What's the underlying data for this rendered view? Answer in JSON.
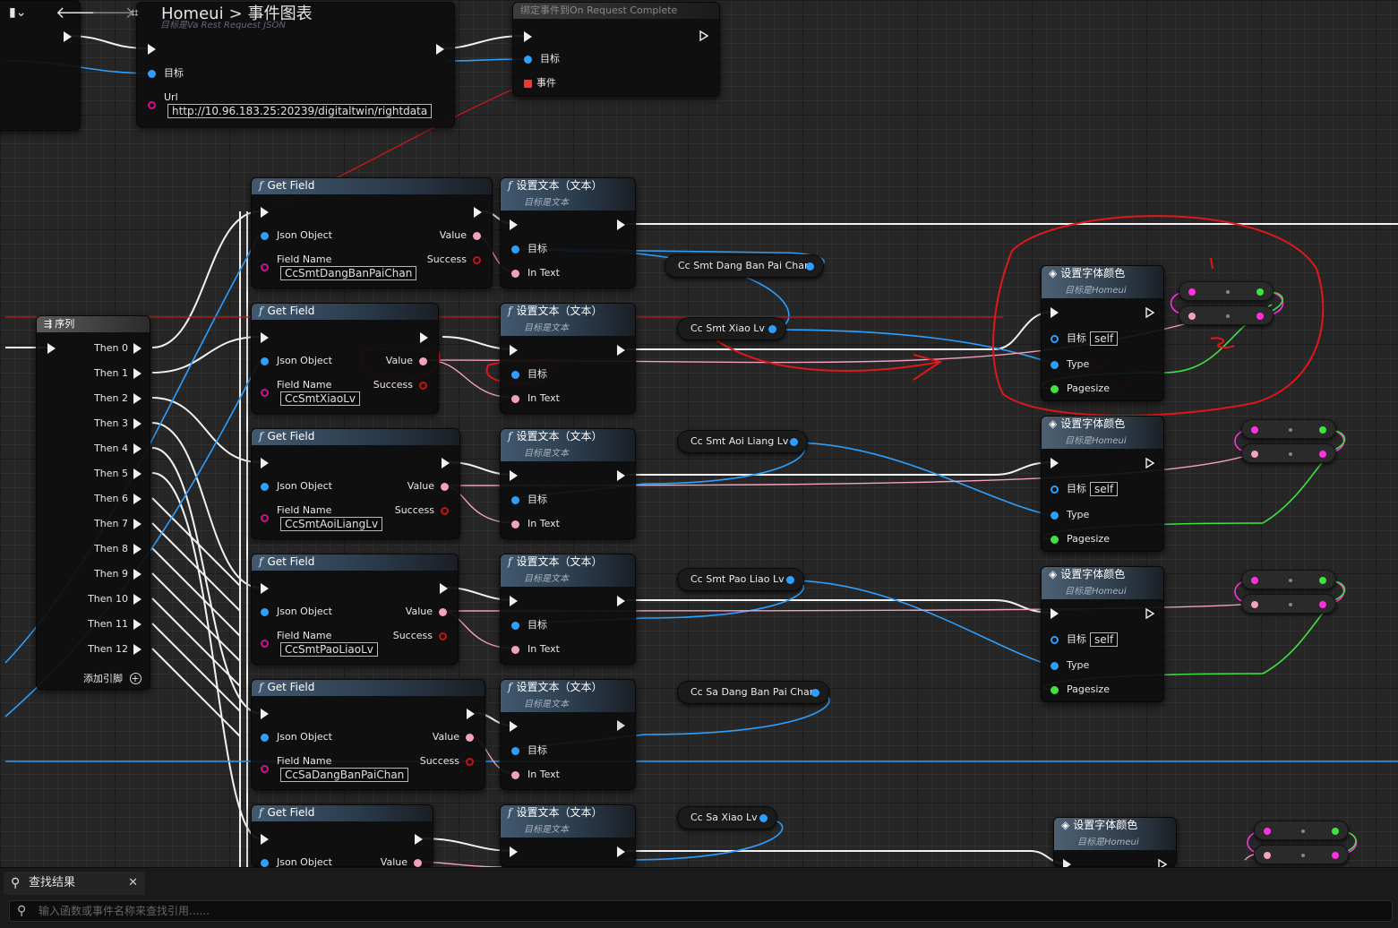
{
  "toolbar": {
    "back_icon": "arrow-left-icon",
    "forward_icon": "arrow-right-icon",
    "breadcrumb_root": "Homeui",
    "breadcrumb_sep": ">",
    "breadcrumb_current": "事件图表"
  },
  "top_nodes": {
    "request_target_hint": "目标是Va Rest Request JSON",
    "target_label": "目标",
    "url_label": "Url",
    "url_value": "http://10.96.183.25:20239/digitaltwin/rightdata",
    "bind_title": "绑定事件到On Request Complete",
    "bind_target": "目标",
    "bind_event": "事件"
  },
  "sequence": {
    "title": "序列",
    "outputs": [
      "Then 0",
      "Then 1",
      "Then 2",
      "Then 3",
      "Then 4",
      "Then 5",
      "Then 6",
      "Then 7",
      "Then 8",
      "Then 9",
      "Then 10",
      "Then 11",
      "Then 12"
    ],
    "add_pin": "添加引脚"
  },
  "get_field_nodes": [
    {
      "title": "Get Field",
      "json_label": "Json Object",
      "value_label": "Value",
      "field_label": "Field Name",
      "success_label": "Success",
      "field_value": "CcSmtDangBanPaiChan"
    },
    {
      "title": "Get Field",
      "json_label": "Json Object",
      "value_label": "Value",
      "field_label": "Field Name",
      "success_label": "Success",
      "field_value": "CcSmtXiaoLv"
    },
    {
      "title": "Get Field",
      "json_label": "Json Object",
      "value_label": "Value",
      "field_label": "Field Name",
      "success_label": "Success",
      "field_value": "CcSmtAoiLiangLv"
    },
    {
      "title": "Get Field",
      "json_label": "Json Object",
      "value_label": "Value",
      "field_label": "Field Name",
      "success_label": "Success",
      "field_value": "CcSmtPaoLiaoLv"
    },
    {
      "title": "Get Field",
      "json_label": "Json Object",
      "value_label": "Value",
      "field_label": "Field Name",
      "success_label": "Success",
      "field_value": "CcSaDangBanPaiChan"
    },
    {
      "title": "Get Field",
      "json_label": "Json Object",
      "value_label": "Value"
    }
  ],
  "set_text_nodes": {
    "title": "设置文本（文本）",
    "subtitle": "目标是文本",
    "target_label": "目标",
    "in_text_label": "In Text"
  },
  "variables": [
    "Cc Smt Dang Ban Pai Chan",
    "Cc Smt Xiao Lv",
    "Cc Smt Aoi Liang Lv",
    "Cc Smt Pao Liao Lv",
    "Cc Sa Dang Ban Pai Chan",
    "Cc Sa Xiao Lv"
  ],
  "font_color_nodes": {
    "title": "设置字体颜色",
    "subtitle": "目标是Homeui",
    "target_label": "目标",
    "target_value": "self",
    "type_label": "Type",
    "pagesize_label": "Pagesize"
  },
  "find_panel": {
    "tab_label": "查找结果",
    "close_icon": "close-icon",
    "placeholder": "输入函数或事件名称来查找引用......"
  },
  "colors": {
    "exec": "#f0f0f0",
    "object": "#2d9fff",
    "string": "#ff30e0",
    "text": "#f4a0c0",
    "bool": "#c11111",
    "int": "#3fe23f",
    "annotation": "#e01818"
  }
}
